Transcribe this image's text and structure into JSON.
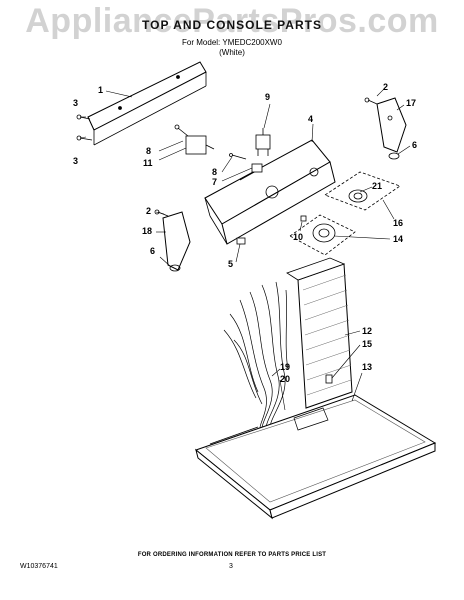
{
  "watermark": "AppliancePartsPros.com",
  "header": {
    "title": "TOP AND CONSOLE PARTS",
    "model_line": "For Model: YMEDC200XW0",
    "color_line": "(White)"
  },
  "callouts": {
    "c1": "1",
    "c3a": "3",
    "c3b": "3",
    "c2a": "2",
    "c17": "17",
    "c6a": "6",
    "c9": "9",
    "c4": "4",
    "c8a": "8",
    "c11": "11",
    "c8b": "8",
    "c7": "7",
    "c21": "21",
    "c16": "16",
    "c10": "10",
    "c14": "14",
    "c2b": "2",
    "c18": "18",
    "c6b": "6",
    "c5": "5",
    "c12": "12",
    "c15": "15",
    "c19": "19",
    "c20": "20",
    "c13": "13"
  },
  "footer": {
    "ordering_note": "FOR ORDERING INFORMATION REFER TO PARTS PRICE LIST",
    "doc_number": "W10376741",
    "page_number": "3"
  }
}
